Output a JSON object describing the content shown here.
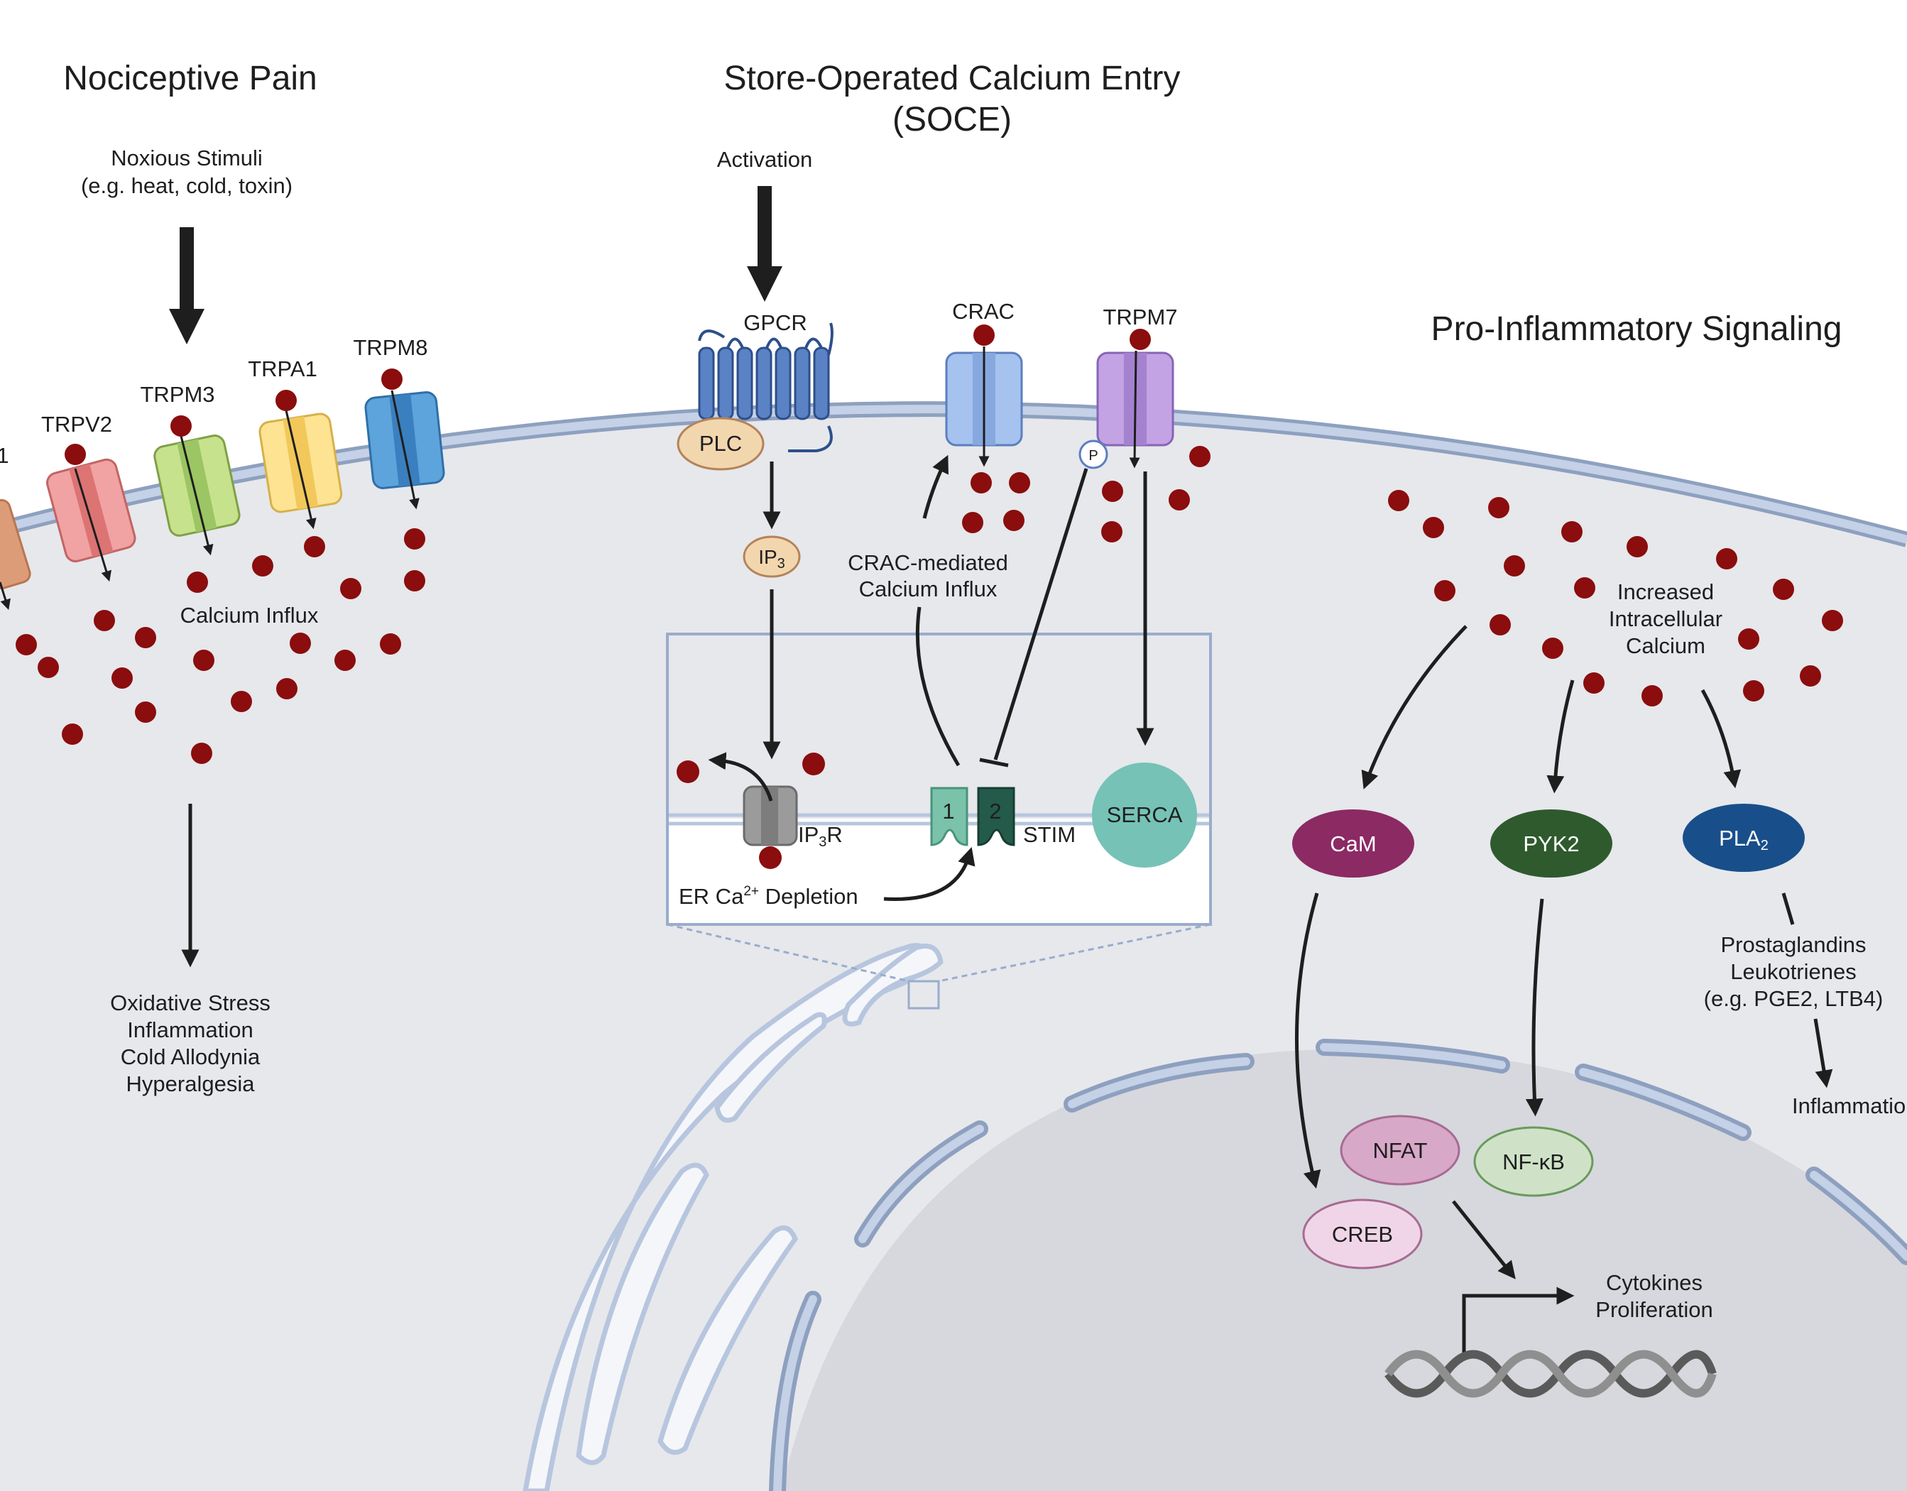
{
  "sections": {
    "nociceptive": {
      "title": "Nociceptive Pain",
      "stimuli_line1": "Noxious Stimuli",
      "stimuli_line2": "(e.g. heat, cold, toxin)",
      "channels": [
        "1",
        "TRPV2",
        "TRPM3",
        "TRPA1",
        "TRPM8"
      ],
      "influx": "Calcium Influx",
      "outcomes": [
        "Oxidative Stress",
        "Inflammation",
        "Cold Allodynia",
        "Hyperalgesia"
      ]
    },
    "soce": {
      "title_line1": "Store-Operated Calcium Entry",
      "title_line2": "(SOCE)",
      "activation": "Activation",
      "gpcr": "GPCR",
      "plc": "PLC",
      "ip3_base": "IP",
      "ip3_sub": "3",
      "crac": "CRAC",
      "trpm7": "TRPM7",
      "phospho": "P",
      "crac_influx_line1": "CRAC-mediated",
      "crac_influx_line2": "Calcium Influx",
      "ip3r_base": "IP",
      "ip3r_sub": "3",
      "ip3r_tail": "R",
      "stim1": "1",
      "stim2": "2",
      "stim": "STIM",
      "serca": "SERCA",
      "er_base": "ER Ca",
      "er_sup": "2+",
      "er_tail": " Depletion"
    },
    "inflammatory": {
      "title": "Pro-Inflammatory Signaling",
      "increased_line1": "Increased",
      "increased_line2": "Intracellular",
      "increased_line3": "Calcium",
      "cam": "CaM",
      "pyk2": "PYK2",
      "pla2_base": "PLA",
      "pla2_sub": "2",
      "lipids_line1": "Prostaglandins",
      "lipids_line2": "Leukotrienes",
      "lipids_line3": "(e.g. PGE2, LTB4)",
      "inflammation": "Inflammatio",
      "nfat": "NFAT",
      "nfkb": "NF-κB",
      "creb": "CREB",
      "gene_line1": "Cytokines",
      "gene_line2": "Proliferation"
    }
  },
  "colors": {
    "calcium": "#8b0d0d",
    "cytoplasm": "#e6e8ec",
    "nucleus": "#d6d8dd",
    "membrane": "#9aaccc",
    "cam": "#8b2a63",
    "pyk2": "#2f5a2d",
    "pla2": "#184f8a",
    "serca": "#76c2b7"
  }
}
